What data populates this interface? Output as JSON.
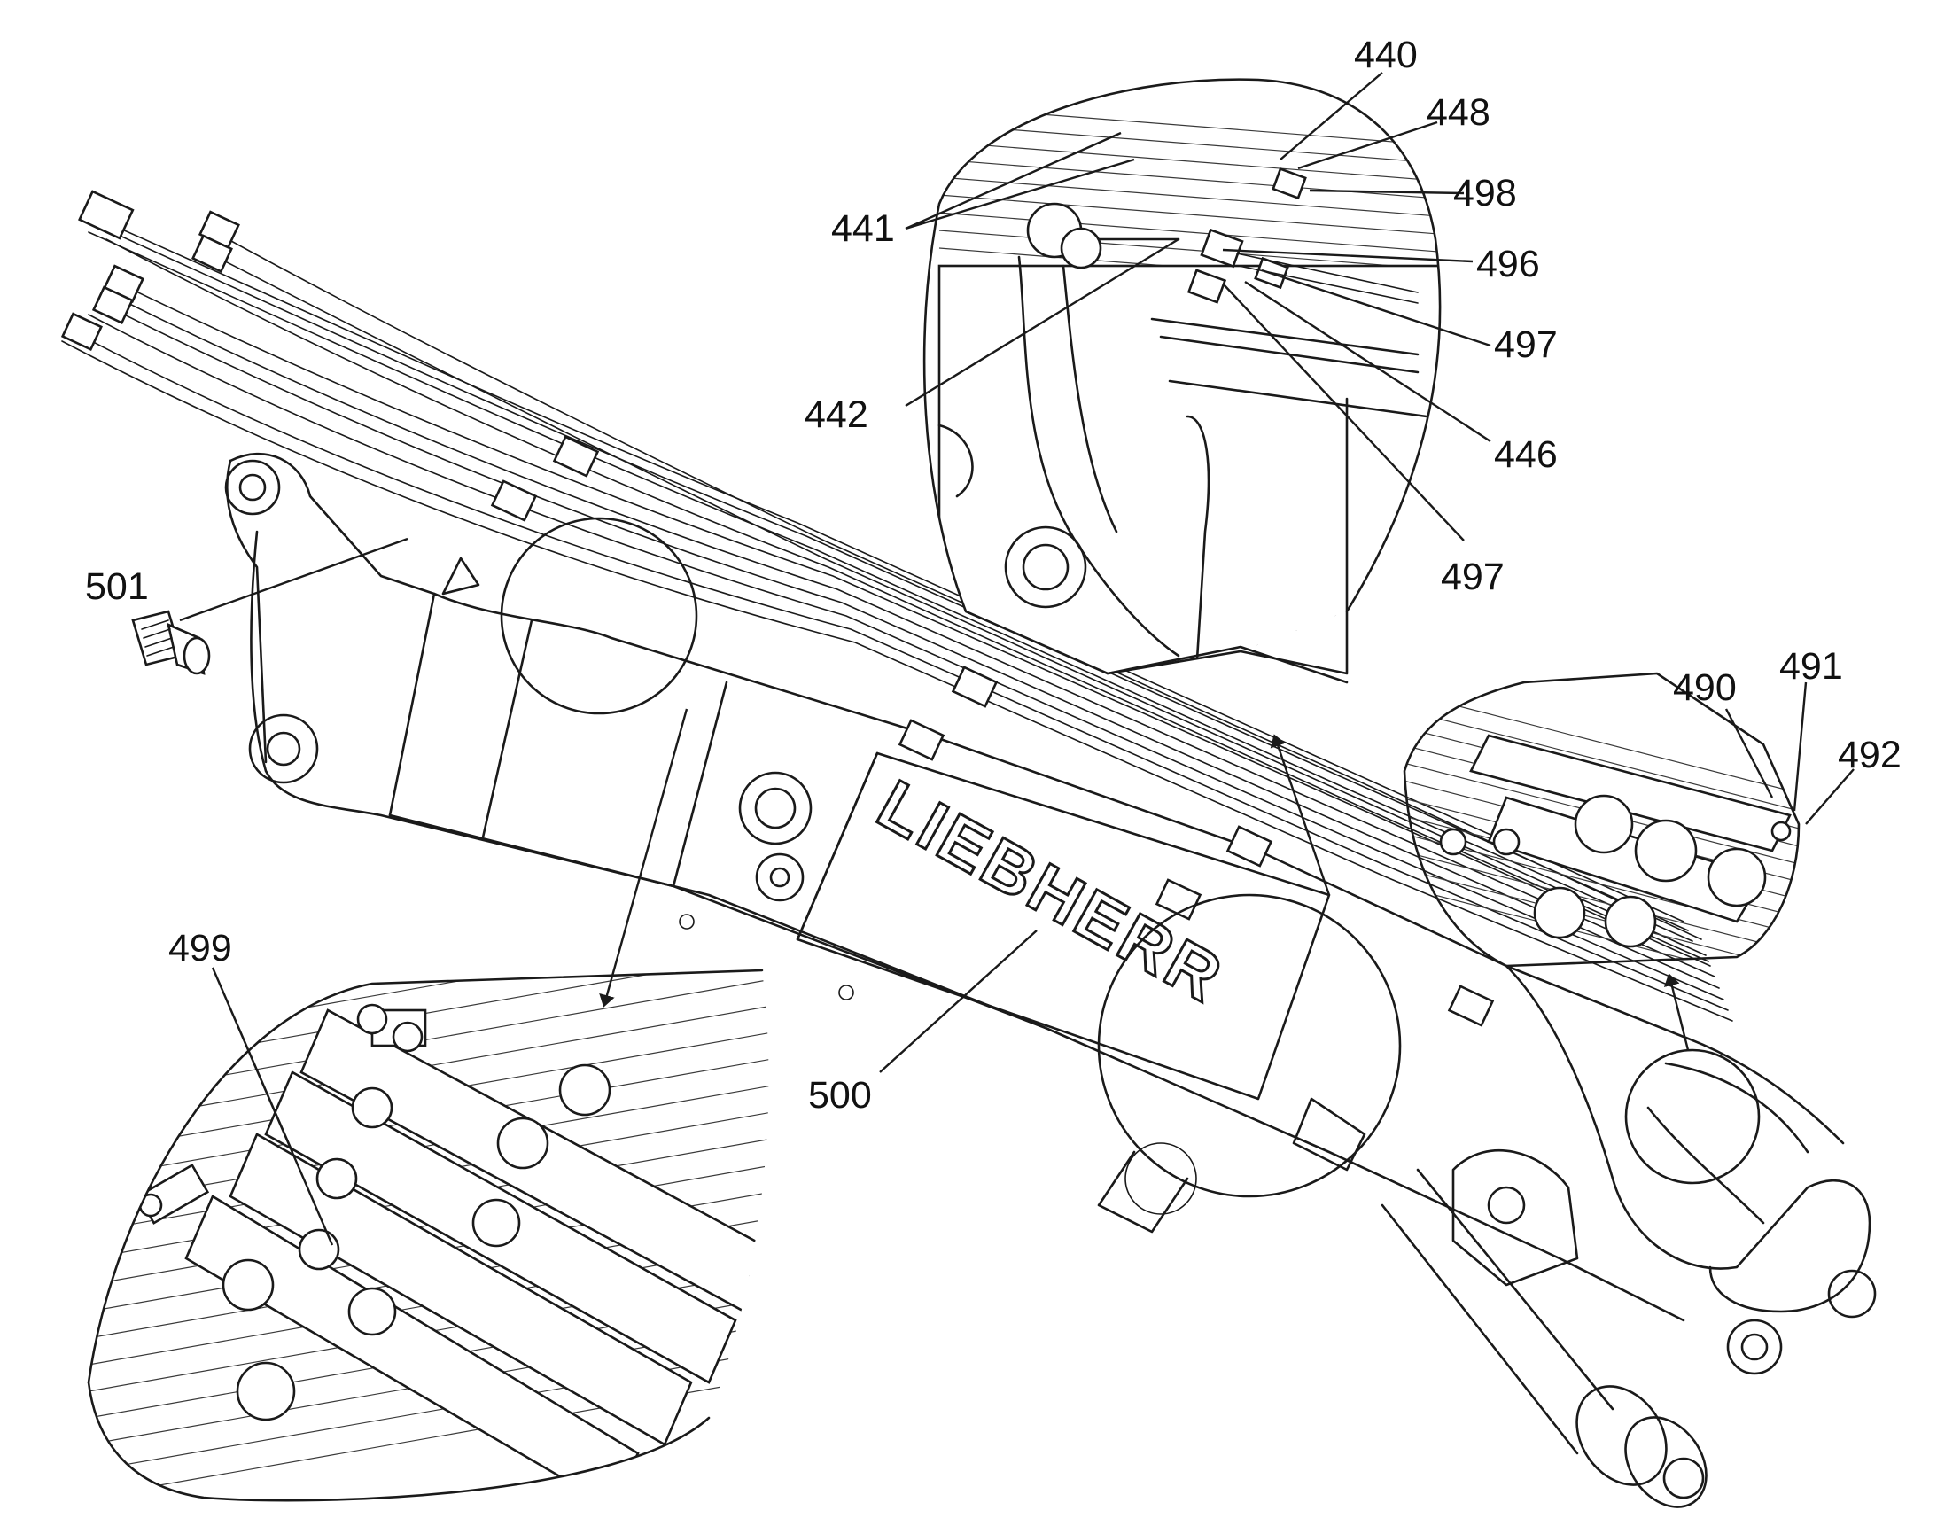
{
  "brand_text": "LIEBHERR",
  "labels": {
    "l440": "440",
    "l448": "448",
    "l441": "441",
    "l498": "498",
    "l496": "496",
    "l442": "442",
    "l497a": "497",
    "l446": "446",
    "l497b": "497",
    "l490": "490",
    "l491": "491",
    "l492": "492",
    "l501": "501",
    "l499": "499",
    "l500": "500"
  }
}
